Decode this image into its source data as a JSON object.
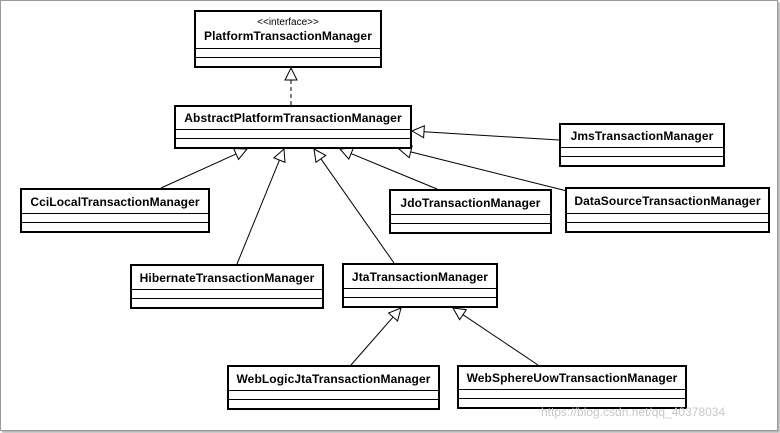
{
  "diagram": {
    "classes": [
      {
        "id": "platform",
        "stereotype": "<<interface>>",
        "name": "PlatformTransactionManager"
      },
      {
        "id": "abstract",
        "name": "AbstractPlatformTransactionManager"
      },
      {
        "id": "jms",
        "name": "JmsTransactionManager"
      },
      {
        "id": "cci",
        "name": "CciLocalTransactionManager"
      },
      {
        "id": "jdo",
        "name": "JdoTransactionManager"
      },
      {
        "id": "datasource",
        "name": "DataSourceTransactionManager"
      },
      {
        "id": "hibernate",
        "name": "HibernateTransactionManager"
      },
      {
        "id": "jta",
        "name": "JtaTransactionManager"
      },
      {
        "id": "weblogic",
        "name": "WebLogicJtaTransactionManager"
      },
      {
        "id": "websphere",
        "name": "WebSphereUowTransactionManager"
      }
    ],
    "relations": [
      {
        "from": "abstract",
        "to": "platform",
        "kind": "realization"
      },
      {
        "from": "cci",
        "to": "abstract",
        "kind": "generalization"
      },
      {
        "from": "hibernate",
        "to": "abstract",
        "kind": "generalization"
      },
      {
        "from": "jta",
        "to": "abstract",
        "kind": "generalization"
      },
      {
        "from": "jdo",
        "to": "abstract",
        "kind": "generalization"
      },
      {
        "from": "datasource",
        "to": "abstract",
        "kind": "generalization"
      },
      {
        "from": "jms",
        "to": "abstract",
        "kind": "generalization"
      },
      {
        "from": "weblogic",
        "to": "jta",
        "kind": "generalization"
      },
      {
        "from": "websphere",
        "to": "jta",
        "kind": "generalization"
      }
    ]
  },
  "watermark": "https://blog.csdn.net/qq_40378034"
}
